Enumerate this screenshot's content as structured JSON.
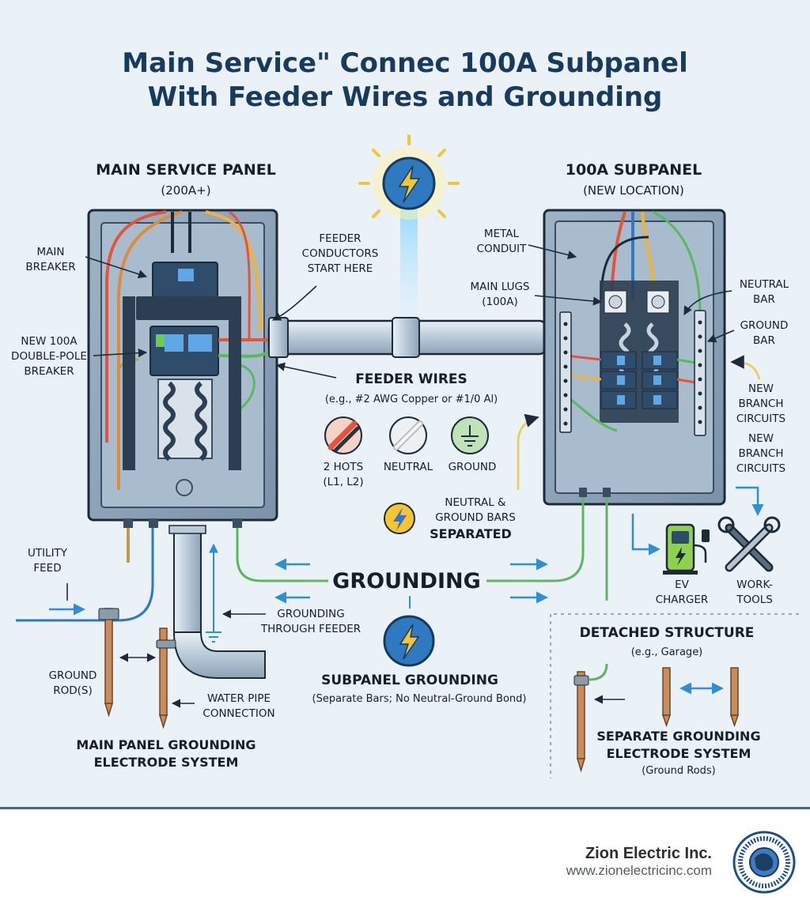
{
  "title": {
    "line1": "Main Service\" Connec 100A Subpanel",
    "line2": "With Feeder Wires and Grounding"
  },
  "main_panel": {
    "heading": "MAIN SERVICE PANEL",
    "rating": "(200A+)",
    "main_breaker_label": [
      "MAIN",
      "BREAKER"
    ],
    "new_breaker_label": [
      "NEW 100A",
      "DOUBLE-POLE",
      "BREAKER"
    ],
    "feeder_start_label": [
      "FEEDER",
      "CONDUCTORS",
      "START HERE"
    ],
    "utility_label": [
      "UTILITY",
      "FEED"
    ],
    "ground_rod_label": [
      "GROUND",
      "ROD(S)"
    ],
    "water_pipe_label": [
      "WATER PIPE",
      "CONNECTION"
    ],
    "electrode_label": [
      "MAIN PANEL GROUNDING",
      "ELECTRODE SYSTEM"
    ]
  },
  "subpanel": {
    "heading": "100A SUBPANEL",
    "location": "(NEW LOCATION)",
    "conduit_label": [
      "METAL",
      "CONDUIT"
    ],
    "lugs_label": [
      "MAIN LUGS",
      "(100A)"
    ],
    "neutral_bar_label": [
      "NEUTRAL",
      "BAR"
    ],
    "ground_bar_label": [
      "GROUND",
      "BAR"
    ],
    "branch_label_1": [
      "NEW",
      "BRANCH",
      "CIRCUITS"
    ],
    "branch_label_2": [
      "NEW",
      "BRANCH",
      "CIRCUITS"
    ],
    "ev_label": [
      "EV",
      "CHARGER"
    ],
    "tools_label": [
      "WORK-",
      "TOOLS"
    ]
  },
  "feeder": {
    "heading": "FEEDER WIRES",
    "spec": "(e.g., #2 AWG Copper or #1/0 Al)",
    "legend": [
      {
        "label": [
          "2 HOTS",
          "(L1, L2)"
        ],
        "color": "#e2553a"
      },
      {
        "label": [
          "NEUTRAL"
        ],
        "color": "#d8d8d8"
      },
      {
        "label": [
          "GROUND"
        ],
        "color": "#5cb85c"
      }
    ],
    "separated_label": [
      "NEUTRAL &",
      "GROUND BARS",
      "SEPARATED"
    ]
  },
  "grounding": {
    "heading": "GROUNDING",
    "through_feeder": [
      "GROUNDING",
      "THROUGH FEEDER"
    ],
    "sub_heading": "SUBPANEL GROUNDING",
    "sub_note": "(Separate Bars; No Neutral-Ground Bond)"
  },
  "detached": {
    "heading": "DETACHED STRUCTURE",
    "example": "(e.g., Garage)",
    "system_label": [
      "SEPARATE GROUNDING",
      "ELECTRODE SYSTEM"
    ],
    "rods": "(Ground Rods)"
  },
  "footer": {
    "company": "Zion Electric Inc.",
    "url": "www.zionelectricinc.com"
  },
  "colors": {
    "hot_red": "#e2553a",
    "hot_black": "#2b3440",
    "neutral": "#d8d8d8",
    "ground": "#5cb85c",
    "accent_blue": "#2e7bbf",
    "panel": "#8ea4b8",
    "title": "#183a5c"
  },
  "icons": [
    "lightning-icon",
    "ground-symbol-icon",
    "ev-charger-icon",
    "wrench-icon",
    "logo-seal"
  ]
}
